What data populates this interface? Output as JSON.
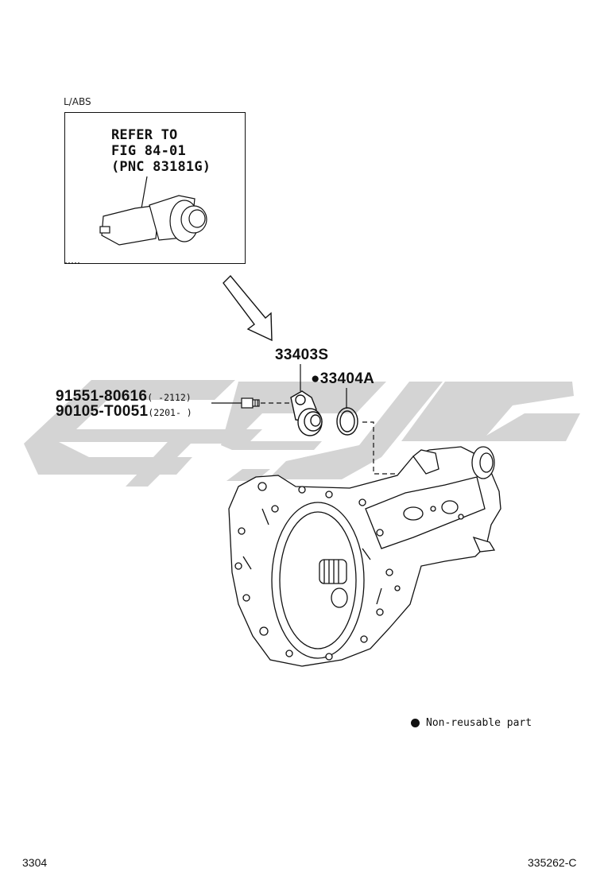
{
  "inset": {
    "label": "L/ABS",
    "refer_lines": [
      "REFER TO",
      "FIG 84-01",
      "(PNC 83181G)"
    ]
  },
  "callouts": {
    "sensor": "33403S",
    "oring_prefix": "●",
    "oring": "33404A"
  },
  "bolts": [
    {
      "part": "91551-80616",
      "range": "(    -2112)"
    },
    {
      "part": "90105-T0051",
      "range": "(2201-     )"
    }
  ],
  "legend": {
    "text": "Non-reusable part"
  },
  "footer": {
    "left": "3304",
    "right": "335262-C"
  }
}
